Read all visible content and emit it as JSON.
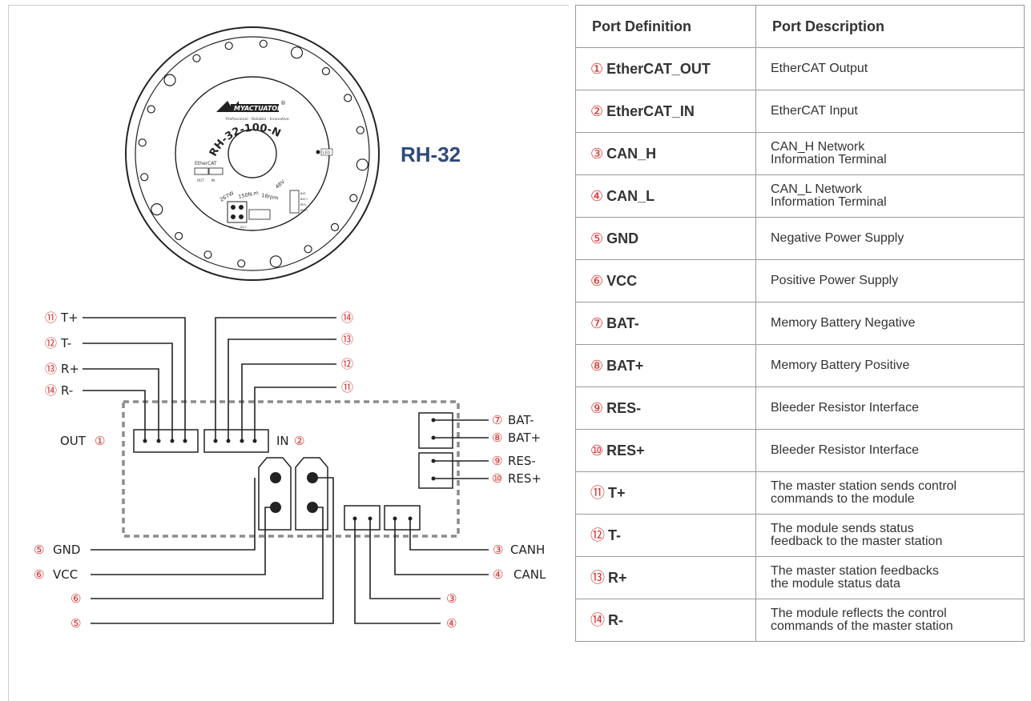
{
  "model_name": "RH-32",
  "motor": {
    "brand": "MYACTUATOR",
    "slogan": "Professional · Reliable · Innovative",
    "model_arc": "RH-32-100-N",
    "specs": [
      "267W",
      "150N.m",
      "18rpm",
      "48V"
    ],
    "ethercat_label": "EtherCAT",
    "out_label": "OUT",
    "in_label": "IN",
    "led_label": "LED",
    "side_pins": [
      "BAT-",
      "BAT+",
      "RES-",
      "RES+"
    ],
    "power_pins": [
      "DC-",
      "DC+"
    ]
  },
  "labels": {
    "out": "OUT",
    "in": "IN",
    "left_top": [
      {
        "num": "⑪",
        "text": "T+"
      },
      {
        "num": "⑫",
        "text": "T-"
      },
      {
        "num": "⑬",
        "text": "R+"
      },
      {
        "num": "⑭",
        "text": "R-"
      }
    ],
    "in_pins": [
      "⑭",
      "⑬",
      "⑫",
      "⑪"
    ],
    "out_num": "①",
    "in_num": "②",
    "right_side": [
      {
        "num": "⑦",
        "text": "BAT-"
      },
      {
        "num": "⑧",
        "text": "BAT+"
      },
      {
        "num": "⑨",
        "text": "RES-"
      },
      {
        "num": "⑩",
        "text": "RES+"
      }
    ],
    "bottom_left": [
      {
        "num": "⑤",
        "text": "GND"
      },
      {
        "num": "⑥",
        "text": "VCC"
      },
      {
        "num": "⑥",
        "text": ""
      },
      {
        "num": "⑤",
        "text": ""
      }
    ],
    "bottom_right": [
      {
        "num": "③",
        "text": "CANH"
      },
      {
        "num": "④",
        "text": "CANL"
      },
      {
        "num": "③",
        "text": ""
      },
      {
        "num": "④",
        "text": ""
      }
    ]
  },
  "table": {
    "headers": [
      "Port Definition",
      "Port Description"
    ],
    "rows": [
      {
        "num": "①",
        "name": "EtherCAT_OUT",
        "desc": [
          "EtherCAT Output"
        ]
      },
      {
        "num": "②",
        "name": "EtherCAT_IN",
        "desc": [
          "EtherCAT Input"
        ]
      },
      {
        "num": "③",
        "name": "CAN_H",
        "desc": [
          "CAN_H Network",
          "Information Terminal"
        ]
      },
      {
        "num": "④",
        "name": "CAN_L",
        "desc": [
          "CAN_L Network",
          "Information Terminal"
        ]
      },
      {
        "num": "⑤",
        "name": "GND",
        "desc": [
          "Negative Power Supply"
        ]
      },
      {
        "num": "⑥",
        "name": "VCC",
        "desc": [
          "Positive Power Supply"
        ]
      },
      {
        "num": "⑦",
        "name": "BAT-",
        "desc": [
          "Memory Battery Negative"
        ]
      },
      {
        "num": "⑧",
        "name": "BAT+",
        "desc": [
          "Memory Battery Positive"
        ]
      },
      {
        "num": "⑨",
        "name": "RES-",
        "desc": [
          "Bleeder Resistor Interface"
        ]
      },
      {
        "num": "⑩",
        "name": "RES+",
        "desc": [
          "Bleeder Resistor Interface"
        ]
      },
      {
        "num": "⑪",
        "name": "T+",
        "desc": [
          "The master station sends control",
          "commands to the module"
        ]
      },
      {
        "num": "⑫",
        "name": "T-",
        "desc": [
          "The module sends status",
          "feedback to the master station"
        ]
      },
      {
        "num": "⑬",
        "name": "R+",
        "desc": [
          "The master station feedbacks",
          "the module status data"
        ]
      },
      {
        "num": "⑭",
        "name": "R-",
        "desc": [
          "The module reflects the control",
          "commands of the master station"
        ]
      }
    ]
  },
  "colors": {
    "accent_red": "#d4332f",
    "title_blue": "#2f4a7a",
    "line": "#222222",
    "dashed": "#8c8c8c"
  }
}
